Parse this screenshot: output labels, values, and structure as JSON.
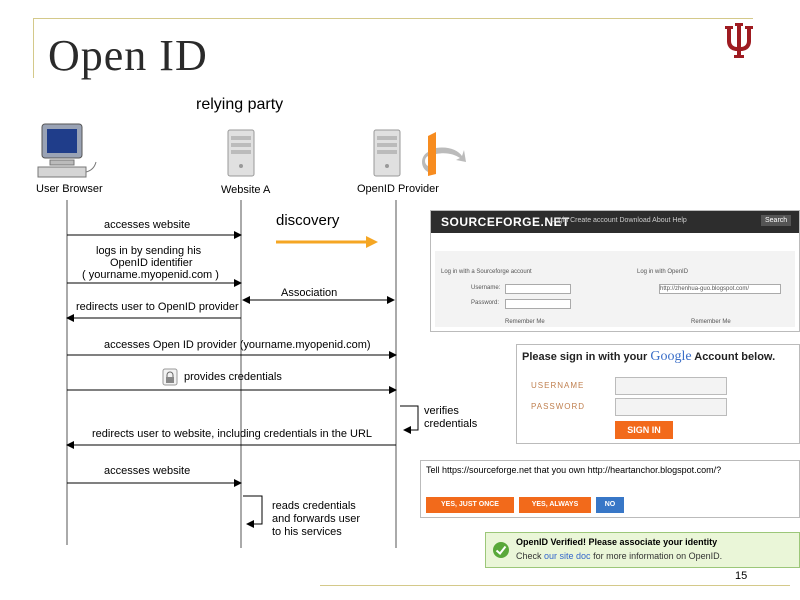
{
  "slide": {
    "title": "Open ID",
    "page_number": "15"
  },
  "diagram": {
    "relying_party_label": "relying party",
    "actors": {
      "browser": "User Browser",
      "site": "Website A",
      "provider": "OpenID Provider"
    },
    "messages": {
      "m1": "accesses website",
      "m2_line1": "logs in by sending his",
      "m2_line2": "OpenID identifier",
      "m2_line3": "( yourname.myopenid.com )",
      "m3": "redirects user to OpenID provider",
      "m4": "accesses Open ID provider (yourname.myopenid.com)",
      "m5": "provides credentials",
      "m6": "redirects user to website, including credentials in the URL",
      "m7": "accesses website",
      "m8_line1": "reads credentials",
      "m8_line2": "and forwards user",
      "m8_line3": "to his services",
      "discovery": "discovery",
      "association": "Association",
      "verifies_line1": "verifies",
      "verifies_line2": "credentials"
    },
    "colors": {
      "arrow_orange": "#f5a623",
      "openid_orange": "#f78c1f"
    }
  },
  "sourceforge": {
    "logo": "SOURCEFORGE.NET",
    "nav": "Login   Create account   Download   About   Help",
    "search_button": "Search",
    "left_heading": "Log in with a Sourceforge account",
    "username_label": "Username:",
    "password_label": "Password:",
    "right_heading": "Log in with OpenID",
    "openid_value": "http://zhenhua-guo.blogspot.com/",
    "remember_left": "Remember Me",
    "remember_right": "Remember Me"
  },
  "google": {
    "heading_pre": "Please sign in with your",
    "heading_brand": "Google",
    "heading_post": "Account below.",
    "username_label": "USERNAME",
    "password_label": "PASSWORD",
    "sign_in": "SIGN IN"
  },
  "verify": {
    "text": "Tell https://sourceforge.net that you own http://heartanchor.blogspot.com/?",
    "yes_once": "YES, JUST ONCE",
    "yes_always": "YES, ALWAYS",
    "no": "NO"
  },
  "verified": {
    "line1": "OpenID Verified! Please associate your identity",
    "line2_pre": "Check",
    "line2_link": "our site doc",
    "line2_post": "for more information on OpenID."
  }
}
